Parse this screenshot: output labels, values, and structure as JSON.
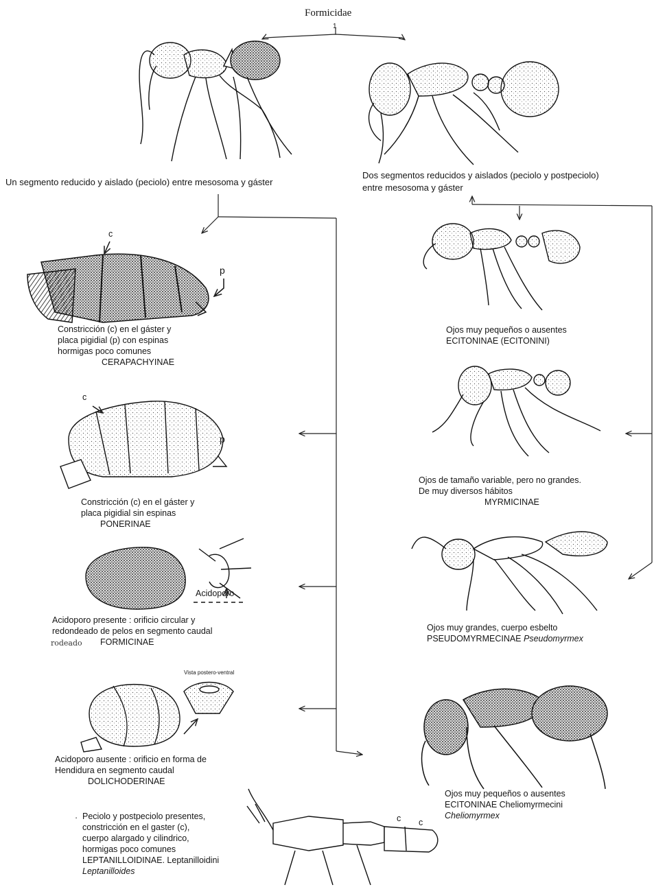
{
  "title": "Formicidae",
  "couplet_number": "1",
  "branch_left": "Un segmento reducido y aislado (peciolo) entre mesosoma y gáster",
  "branch_right": [
    "Dos segmentos reducidos y aislados (peciolo y postpeciolo)",
    "entre mesosoma y gáster"
  ],
  "cerapachyinae": {
    "letter_c": "c",
    "letter_p": "p",
    "lines": [
      "Constricción (c) en el gáster y",
      "placa pigidial (p) con espinas",
      "hormigas poco comunes"
    ],
    "taxon": "CERAPACHYINAE"
  },
  "ponerinae": {
    "letter_c": "c",
    "letter_p": "p",
    "lines": [
      "Constricción (c) en el gáster y",
      "placa pigidial sin espinas"
    ],
    "taxon": "PONERINAE"
  },
  "formicinae": {
    "acidoporo_label": "Acidoporo",
    "lines": [
      "Acidoporo presente : orificio circular y",
      "redondeado de pelos en segmento caudal"
    ],
    "handwritten": "rodeado",
    "taxon": "FORMICINAE"
  },
  "dolichoderinae": {
    "view_label": "Vista postero-ventral",
    "lines": [
      "Acidoporo ausente : orificio en forma de",
      "Hendidura en segmento caudal"
    ],
    "taxon": "DOLICHODERINAE"
  },
  "leptanilloidinae": {
    "letter_c1": "c",
    "letter_c2": "c",
    "lines": [
      "Peciolo y postpeciolo presentes,",
      "constricción en el gaster (c),",
      "cuerpo alargado y cilindrico,",
      "hormigas poco comunes"
    ],
    "taxon": "LEPTANILLOIDINAE.  Leptanilloidini",
    "genus": "Leptanilloides"
  },
  "ecitoninae": {
    "line": "Ojos muy pequeños o ausentes",
    "taxon": "ECITONINAE (ECITONINI)"
  },
  "myrmicinae": {
    "lines": [
      "Ojos de tamaño variable, pero no grandes.",
      "De muy diversos hábitos"
    ],
    "taxon": "MYRMICINAE"
  },
  "pseudomyrmecinae": {
    "line": "Ojos muy grandes, cuerpo esbelto",
    "taxon": "PSEUDOMYRMECINAE",
    "genus": "Pseudomyrmex"
  },
  "cheliomyrmecini": {
    "line": "Ojos muy pequeños o ausentes",
    "taxon": "ECITONINAE  Cheliomyrmecini",
    "genus": "Cheliomyrmex"
  },
  "colors": {
    "ink": "#151515",
    "paper": "#ffffff"
  }
}
